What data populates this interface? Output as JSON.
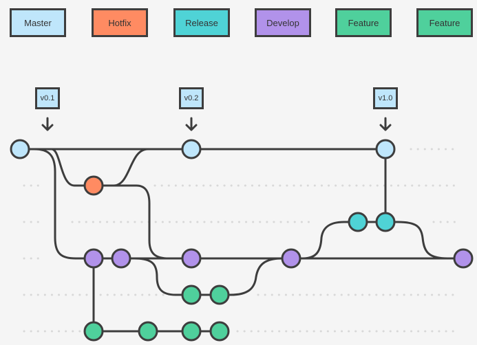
{
  "legend": [
    {
      "label": "Master",
      "color": "#bfe6fb"
    },
    {
      "label": "Hotfix",
      "color": "#ff8b62"
    },
    {
      "label": "Release",
      "color": "#4fd3d6"
    },
    {
      "label": "Develop",
      "color": "#b192ea"
    },
    {
      "label": "Feature",
      "color": "#4fd09c"
    },
    {
      "label": "Feature",
      "color": "#4fd09c"
    }
  ],
  "tags": [
    {
      "label": "v0.1"
    },
    {
      "label": "v0.2"
    },
    {
      "label": "v1.0"
    }
  ],
  "colors": {
    "line": "#3d3d3d",
    "master": "#bfe6fb",
    "hotfix": "#ff8b62",
    "release": "#4fd3d6",
    "develop": "#b192ea",
    "feature": "#4fd09c",
    "dots": "#d8d8d8"
  }
}
